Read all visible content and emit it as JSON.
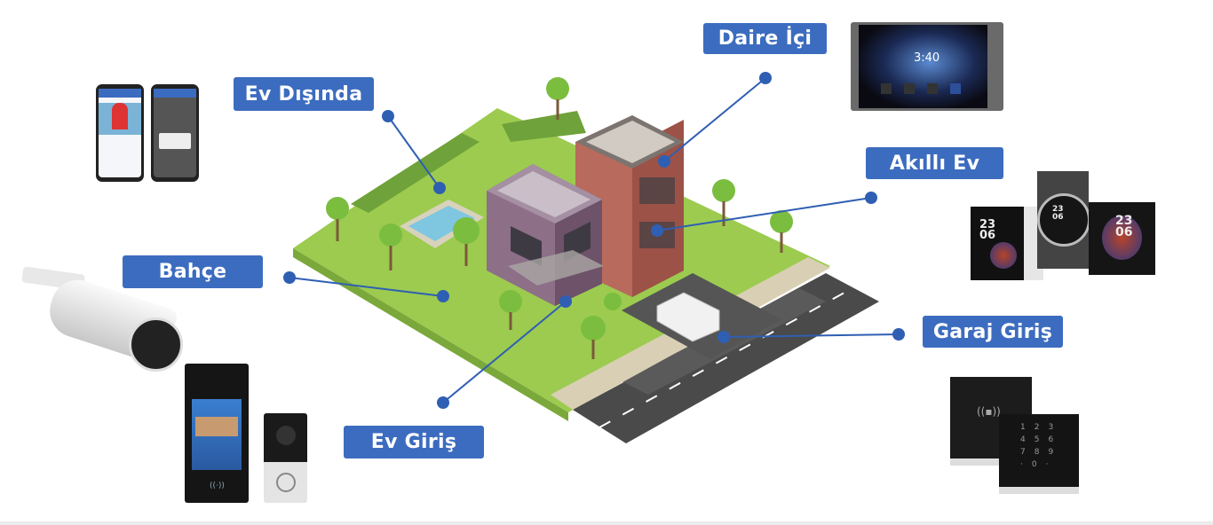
{
  "labels": {
    "daire_ici": "Daire İçi",
    "ev_disinda": "Ev Dışında",
    "akilli_ev": "Akıllı Ev",
    "bahce": "Bahçe",
    "garaj_giris": "Garaj Giriş",
    "ev_giris": "Ev Giriş"
  },
  "devices": {
    "indoor_monitor_time": "3:40",
    "smart_panel_hour": "23",
    "smart_panel_minute": "06"
  },
  "colors": {
    "label_bg": "#3c6cbf",
    "connector": "#2f5fb3",
    "grass": "#9ccb4f",
    "road": "#4a4a4a"
  }
}
